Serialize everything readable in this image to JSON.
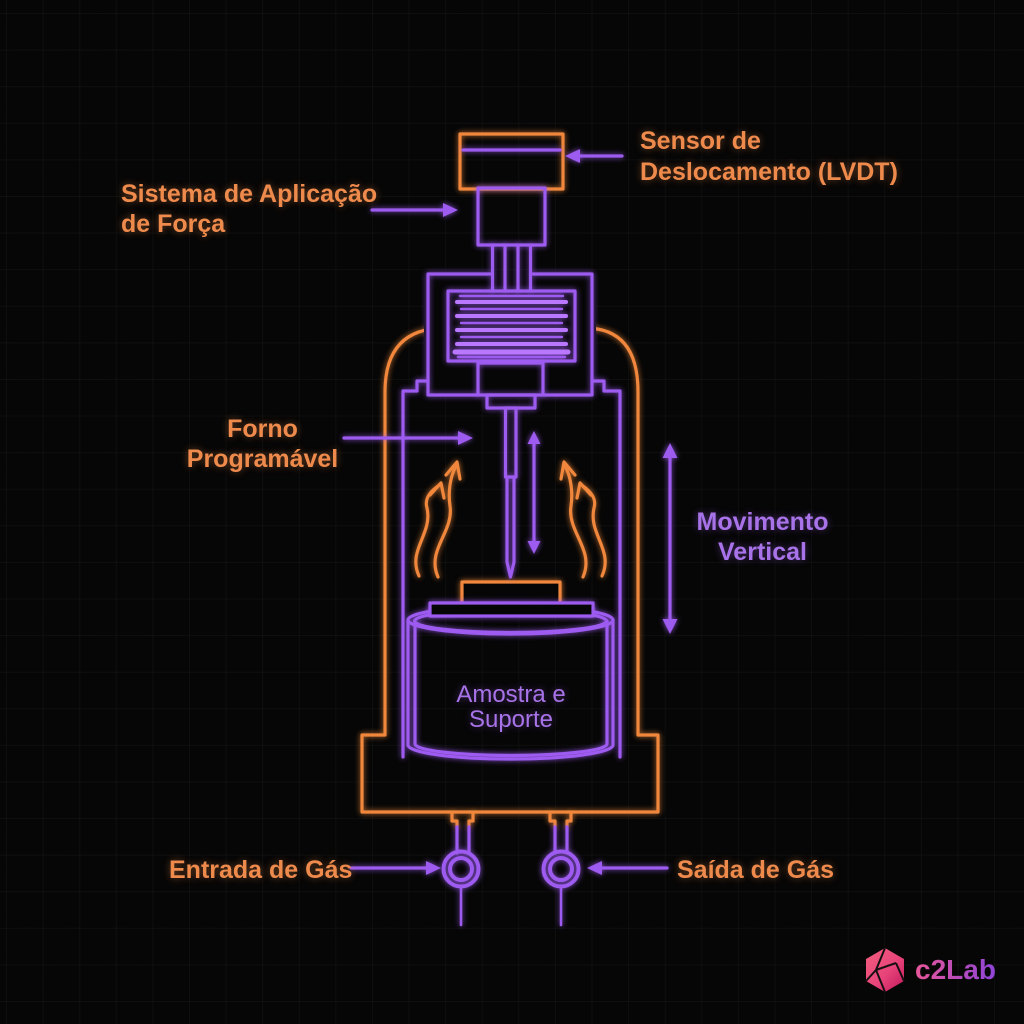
{
  "labels": {
    "force": {
      "line1": "Sistema de Aplicação",
      "line2": "de Força"
    },
    "sensor": {
      "line1": "Sensor de",
      "line2": "Deslocamento (LVDT)"
    },
    "furnace": {
      "line1": "Forno",
      "line2": "Programável"
    },
    "movement": {
      "line1": "Movimento",
      "line2": "Vertical"
    },
    "sample": {
      "line1": "Amostra e",
      "line2": "Suporte"
    },
    "gas_in": {
      "text": "Entrada de Gás"
    },
    "gas_out": {
      "text": "Saída de Gás"
    }
  },
  "logo": {
    "text": "c2Lab"
  },
  "colors": {
    "line_orange": "#F0873C",
    "line_purple": "#9D5BF0",
    "text_orange": "#EE8A4C",
    "text_purple": "#A873E8",
    "logo_pink": "#E8447A",
    "logo_violet": "#8E44D8",
    "background": "#060606"
  }
}
